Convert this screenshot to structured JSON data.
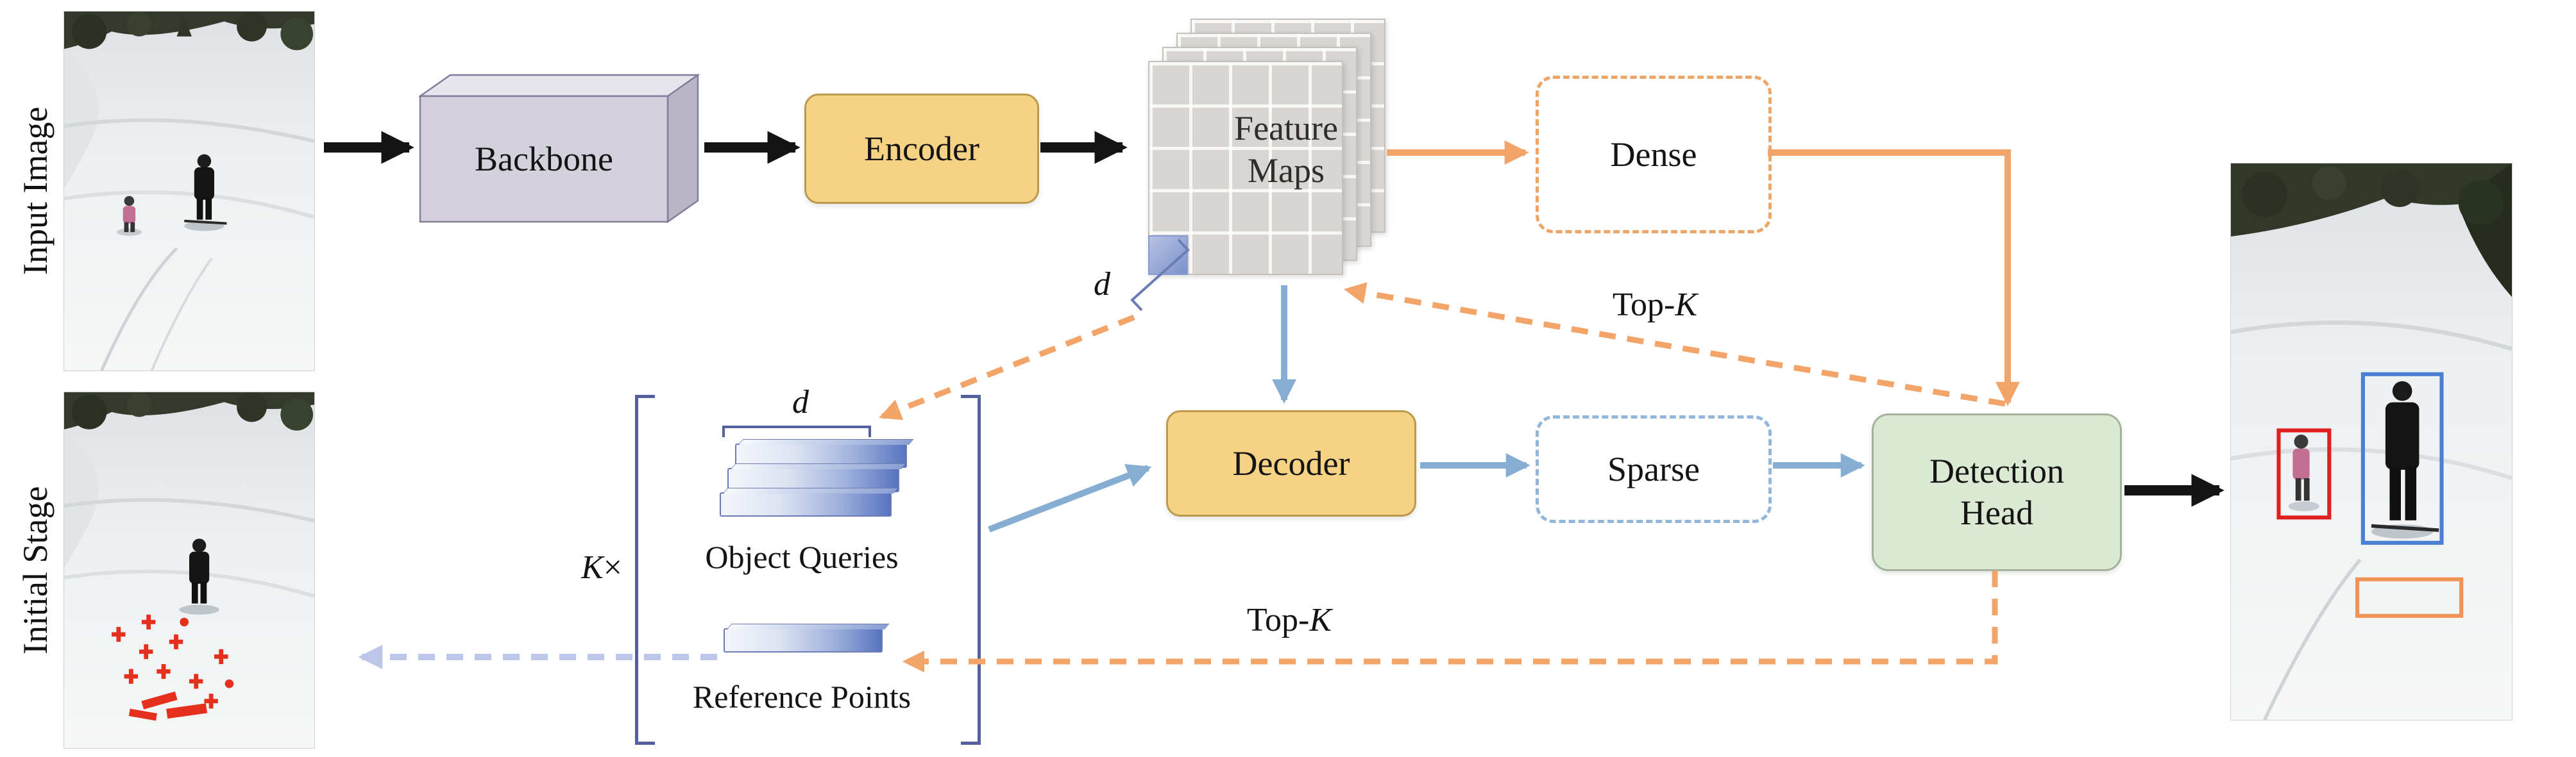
{
  "figure": {
    "side_labels": {
      "input_image": "Input Image",
      "initial_stage": "Initial Stage"
    },
    "nodes": {
      "backbone": "Backbone",
      "encoder": "Encoder",
      "feature_maps_line1": "Feature",
      "feature_maps_line2": "Maps",
      "dense": "Dense",
      "decoder": "Decoder",
      "sparse": "Sparse",
      "detection_head_line1": "Detection",
      "detection_head_line2": "Head"
    },
    "feature_maps": {
      "d_label": "d"
    },
    "queries": {
      "d_label": "d",
      "object_queries": "Object Queries",
      "reference_points": "Reference Points",
      "k_multiplier_k": "K",
      "k_multiplier_times": "×"
    },
    "flows": {
      "top_k_upper_prefix": "Top-",
      "top_k_upper_k": "K",
      "top_k_lower_prefix": "Top-",
      "top_k_lower_k": "K"
    },
    "colors": {
      "encoder_decoder_fill": "#f5d284",
      "dense_border": "#eda667",
      "sparse_border": "#92b7da",
      "detection_head_fill": "#dbe9d2",
      "orange_flow": "#f2a469",
      "blue_flow": "#85aed2",
      "purple_flow": "#bcc6e8",
      "black_flow": "#141414",
      "bracket_blue": "#54619e"
    }
  }
}
